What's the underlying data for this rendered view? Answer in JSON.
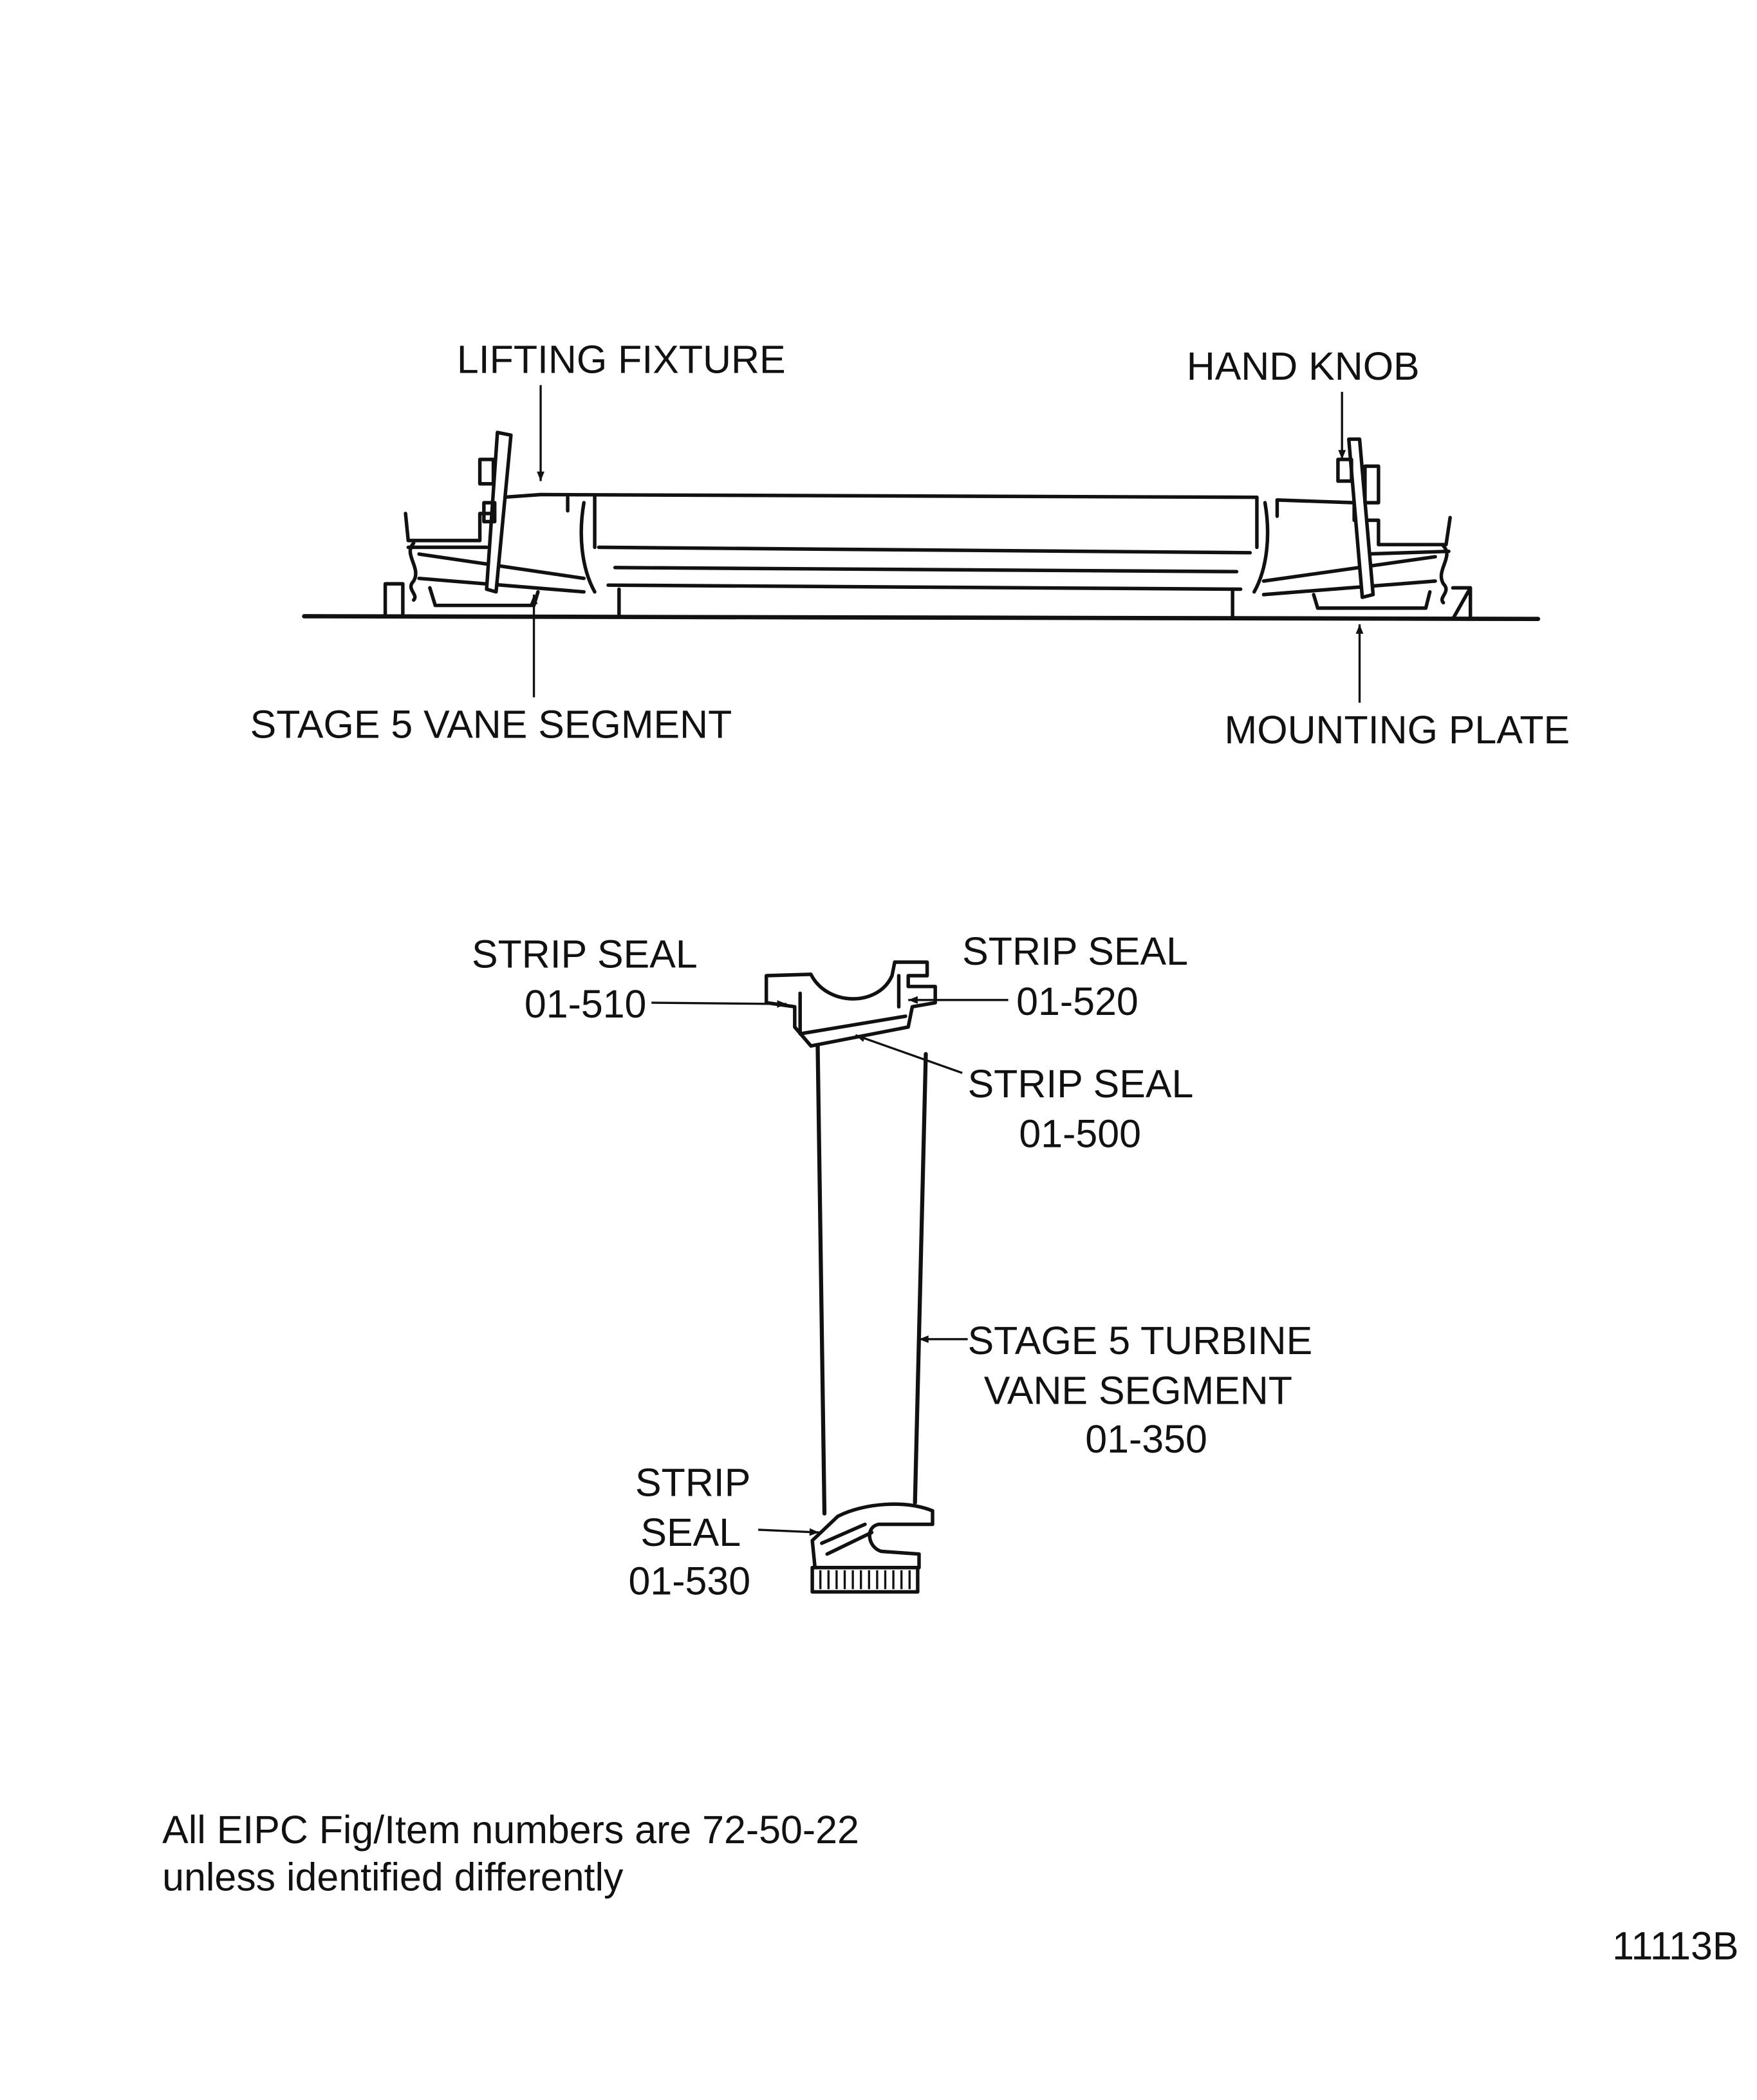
{
  "top_view": {
    "lifting_fixture": "LIFTING FIXTURE",
    "hand_knob": "HAND KNOB",
    "stage5_vane_segment": "STAGE 5 VANE SEGMENT",
    "mounting_plate": "MOUNTING PLATE"
  },
  "vane_view": {
    "seal_510": {
      "name": "STRIP SEAL",
      "number": "01-510"
    },
    "seal_520": {
      "name": "STRIP SEAL",
      "number": "01-520"
    },
    "seal_500": {
      "name": "STRIP SEAL",
      "number": "01-500"
    },
    "vane": {
      "line1": "STAGE 5 TURBINE",
      "line2": "VANE SEGMENT",
      "number": "01-350"
    },
    "seal_530": {
      "line1": "STRIP",
      "line2": "SEAL",
      "number": "01-530"
    }
  },
  "footer": {
    "note_line1": "All EIPC Fig/Item numbers are 72-50-22",
    "note_line2": "unless identified differently",
    "figure_id": "11113B"
  }
}
